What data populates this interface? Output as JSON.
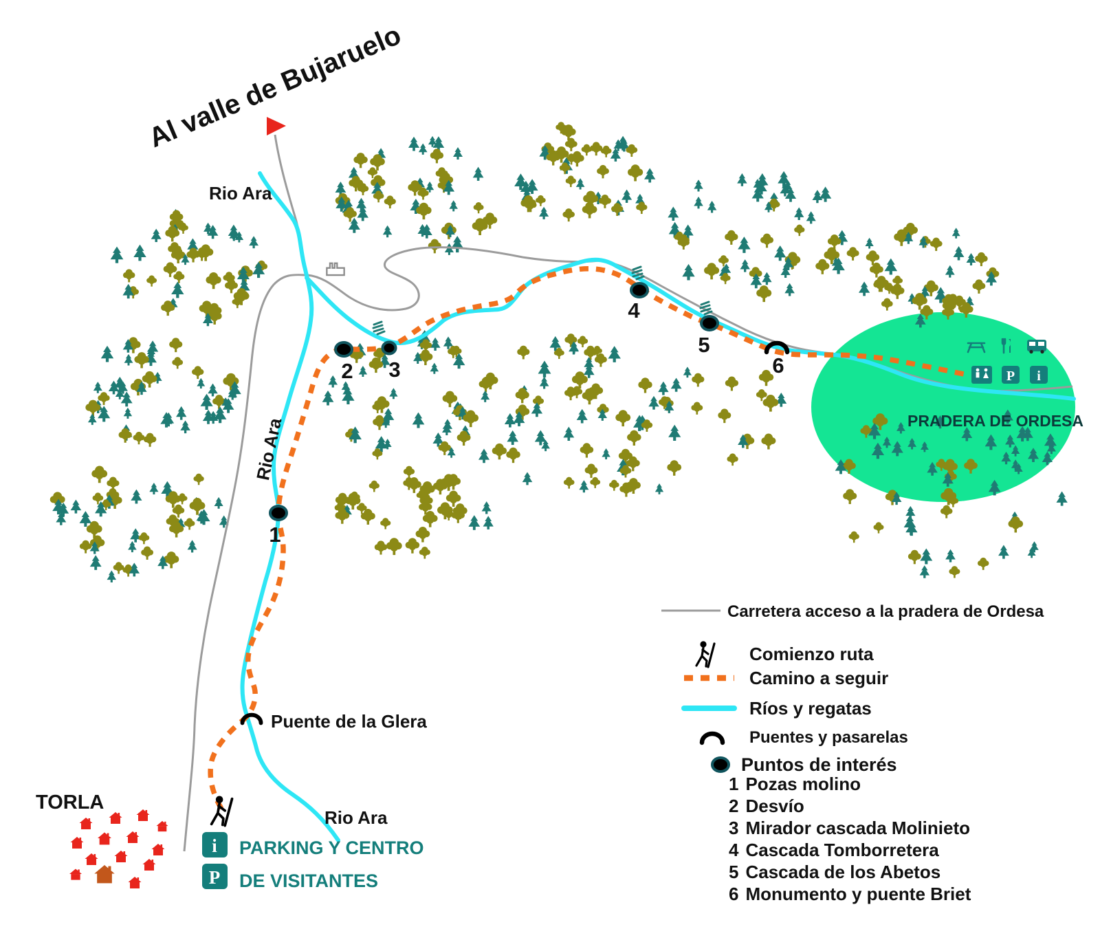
{
  "colors": {
    "river": "#2EE6F5",
    "trail": "#F1711D",
    "road": "#9B9B9B",
    "pine": "#1F7B74",
    "dec": "#8C8A16",
    "teal": "#147E7B",
    "pradera": "#14E594",
    "red": "#E8251C",
    "brown": "#C2571B"
  },
  "map": {
    "title": "Al valle de Bujaruelo",
    "rio_ara_top": "Rio Ara",
    "rio_ara_mid": "Rio Ara",
    "rio_ara_bottom": "Rio Ara",
    "bridge_glera": "Puente de la Glera",
    "torla": "TORLA",
    "pradera": "PRADERA DE ORDESA",
    "parking_line1": "PARKING Y CENTRO",
    "parking_line2": "DE VISITANTES",
    "info_letter": "i",
    "parking_letter": "P"
  },
  "legend": {
    "road": "Carretera acceso a la pradera de Ordesa",
    "start": "Comienzo ruta",
    "trail": "Camino a seguir",
    "rivers": "Ríos y regatas",
    "bridges": "Puentes y pasarelas",
    "poi_title": "Puntos de interés",
    "poi": [
      {
        "num": "1",
        "name": "Pozas molino"
      },
      {
        "num": "2",
        "name": "Desvío"
      },
      {
        "num": "3",
        "name": "Mirador cascada Molinieto"
      },
      {
        "num": "4",
        "name": "Cascada Tomborretera"
      },
      {
        "num": "5",
        "name": "Cascada de los Abetos"
      },
      {
        "num": "6",
        "name": "Monumento y puente Briet"
      }
    ]
  },
  "icons": [
    "picnic-table-icon",
    "restaurant-icon",
    "bus-icon",
    "toilets-icon",
    "parking-icon",
    "info-icon",
    "hiker-icon",
    "bridge-icon",
    "waterfall-icon",
    "poi-dot-icon",
    "mill-icon",
    "flag-icon",
    "house-icon",
    "pine-tree-icon",
    "deciduous-tree-icon"
  ]
}
